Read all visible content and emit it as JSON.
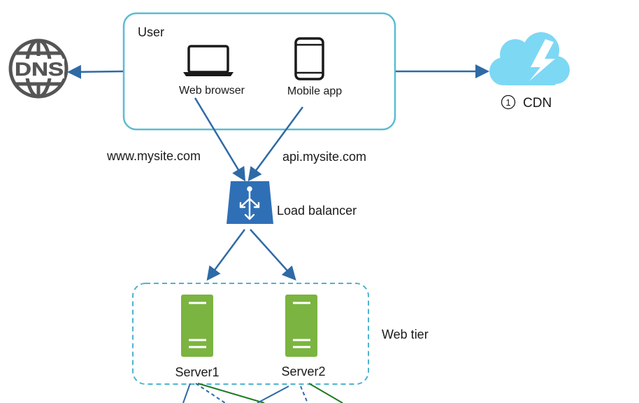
{
  "user_group": {
    "label": "User"
  },
  "devices": {
    "web": {
      "label": "Web browser"
    },
    "mobile": {
      "label": "Mobile app"
    }
  },
  "dns": {
    "label": "DNS"
  },
  "cdn": {
    "step_number": "1",
    "label": "CDN"
  },
  "domains": {
    "web": "www.mysite.com",
    "api": "api.mysite.com"
  },
  "load_balancer": {
    "label": "Load balancer"
  },
  "web_tier": {
    "label": "Web tier",
    "servers": [
      {
        "label": "Server1"
      },
      {
        "label": "Server2"
      }
    ]
  },
  "colors": {
    "user_box": "#5bbcd3",
    "arrow": "#2e6aa6",
    "dns_icon": "#555555",
    "cdn_cloud": "#7dd8f4",
    "load_balancer": "#2f6fb6",
    "server": "#7bb441",
    "web_tier_border": "#4eb3cf",
    "db_link_green": "#1f7a1f"
  }
}
